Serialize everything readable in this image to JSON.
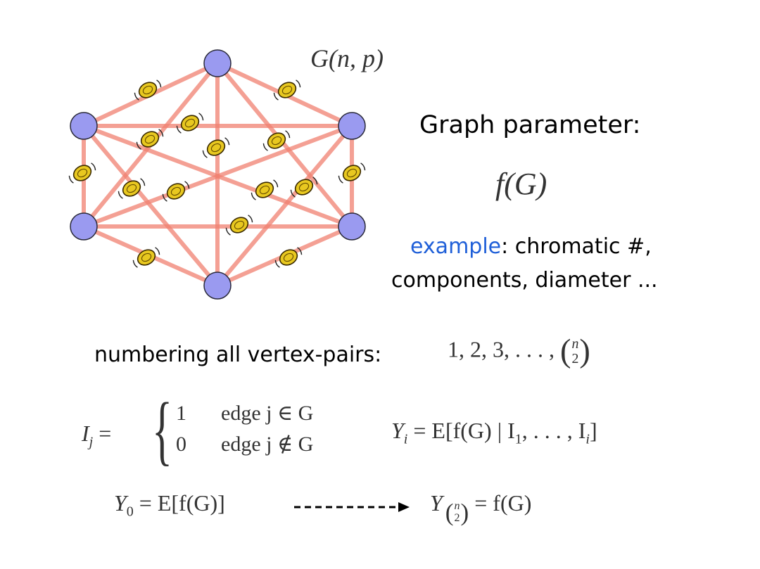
{
  "graph": {
    "label": "G(n, p)",
    "vertex_color": "#9a9af0",
    "edge_color": "#f08070",
    "coin_color": "#e8c820"
  },
  "parameter": {
    "heading": "Graph parameter:",
    "formula": "f(G)"
  },
  "example": {
    "keyword": "example",
    "rest": ": chromatic #,",
    "line2": "components, diameter ..."
  },
  "numbering": {
    "label": "numbering all vertex-pairs:",
    "sequence": "1, 2, 3, . . . ,",
    "binom_top": "n",
    "binom_bottom": "2"
  },
  "indicator": {
    "lhs": "I",
    "lhs_sub": "j",
    "case1_value": "1",
    "case1_cond": "edge j ∈ G",
    "case0_value": "0",
    "case0_cond": "edge j ∉ G"
  },
  "martingale": {
    "y": "Y",
    "y_sub": "i",
    "eq": "= E[f(G) | I",
    "sub1": "1",
    "dots": ", . . . , I",
    "subi": "i",
    "close": "]"
  },
  "endpoints": {
    "start_y": "Y",
    "start_sub": "0",
    "start_rhs": "= E[f(G)]",
    "end_y": "Y",
    "end_binom_top": "n",
    "end_binom_bottom": "2",
    "end_rhs": "= f(G)"
  }
}
